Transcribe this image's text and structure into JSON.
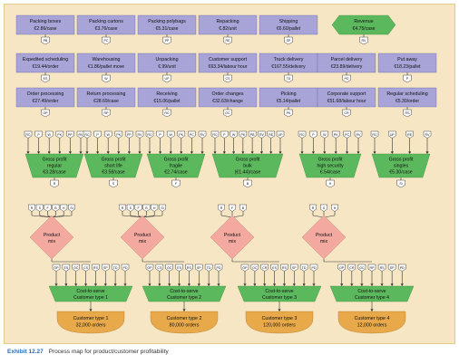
{
  "activities": {
    "row1": [
      {
        "name": "Packing boxes",
        "rate": "€2.86/case",
        "code": "PB"
      },
      {
        "name": "Packing cartons",
        "rate": "€3.76/case",
        "code": "PC"
      },
      {
        "name": "Packing polybags",
        "rate": "€5.31/case",
        "code": "PP"
      },
      {
        "name": "Repacking",
        "rate": "€.82/unit",
        "code": "RE"
      },
      {
        "name": "Shipping",
        "rate": "€6.60/pallet",
        "code": "SP"
      }
    ],
    "revenue": {
      "name": "Revenue",
      "rate": "€4.75/case",
      "code": "RV"
    },
    "row2": [
      {
        "name": "Expedited scheduling",
        "rate": "€19.44/order",
        "code": "ES"
      },
      {
        "name": "Warehousing",
        "rate": "€1.86/pallet move",
        "code": "W"
      },
      {
        "name": "Unpacking",
        "rate": "€.99/unit",
        "code": "UP"
      },
      {
        "name": "Customer support",
        "rate": "€63.34/labour hour",
        "code": "CS"
      },
      {
        "name": "Truck delivery",
        "rate": "€167.55/delivery",
        "code": "TD"
      },
      {
        "name": "Parcel delivery",
        "rate": "€23.89/delivery",
        "code": "PD"
      },
      {
        "name": "Put away",
        "rate": "€18.23/pallet",
        "code": "P"
      }
    ],
    "row3": [
      {
        "name": "Order processing",
        "rate": "€27.49/order",
        "code": "OP"
      },
      {
        "name": "Return processing",
        "rate": "€28.69/case",
        "code": "RP"
      },
      {
        "name": "Receiving",
        "rate": "€15.06/pallet",
        "code": "RC"
      },
      {
        "name": "Order changes",
        "rate": "€32.63/change",
        "code": "OC"
      },
      {
        "name": "Picking",
        "rate": "€5.14/pallet",
        "code": "PK"
      },
      {
        "name": "Corporate support",
        "rate": "€51.68/labour hour",
        "code": "CR"
      },
      {
        "name": "Regular scheduling",
        "rate": "€5.30/order",
        "code": "RS"
      }
    ]
  },
  "products": [
    {
      "title": "Gross profit",
      "sub": "regular",
      "value": "€3.28/case",
      "code": "R",
      "chips": [
        "RC",
        "P",
        "W",
        "PK",
        "PP",
        "RV"
      ]
    },
    {
      "title": "Gross profit",
      "sub": "short life",
      "value": "€3.58/case",
      "code": "S",
      "chips": [
        "RC",
        "P",
        "W",
        "PK",
        "PP",
        "RV"
      ]
    },
    {
      "title": "Gross profit",
      "sub": "fragile",
      "value": "€2.74/case",
      "code": "F",
      "chips": [
        "RC",
        "P",
        "W",
        "PK",
        "PC",
        "RV"
      ]
    },
    {
      "title": "Gross profit",
      "sub": "bulk",
      "value": "(€1.44)/case",
      "code": "B",
      "chips": [
        "RC",
        "P",
        "W",
        "PK",
        "PB",
        "RV",
        "RE",
        "UP"
      ]
    },
    {
      "title": "Gross profit",
      "sub": "high security",
      "value": "€.54/case",
      "code": "H",
      "chips": [
        "RC",
        "P",
        "W",
        "PK",
        "PC",
        "RV"
      ]
    },
    {
      "title": "Gross profit",
      "sub": "singles",
      "value": "€5.30/case",
      "code": "Si",
      "chips": [
        "RC",
        "UP",
        "RE",
        "RV"
      ]
    }
  ],
  "mixes": [
    {
      "line1": "Product",
      "line2": "mix",
      "inputs": [
        "R",
        "S",
        "F",
        "B",
        "H",
        "Si"
      ]
    },
    {
      "line1": "Product",
      "line2": "mix",
      "inputs": [
        "R",
        "S",
        "F",
        "B",
        "H",
        "Si"
      ]
    },
    {
      "line1": "Product",
      "line2": "mix",
      "inputs": [
        "R",
        "F",
        "B"
      ]
    },
    {
      "line1": "Product",
      "line2": "mix",
      "inputs": [
        "R",
        "S",
        "H"
      ]
    }
  ],
  "customers": [
    {
      "cost_line1": "Cost-to-serve",
      "cost_line2": "Customer type 1",
      "name": "Customer type 1",
      "orders": "32,000 orders",
      "chips": [
        "OP",
        "ES",
        "OC",
        "CS",
        "RS",
        "SP",
        "TD",
        "PD"
      ]
    },
    {
      "cost_line1": "Cost-to-serve",
      "cost_line2": "Customer type 2",
      "name": "Customer type 2",
      "orders": "80,000 orders",
      "chips": [
        "OP",
        "CS",
        "OC",
        "ES",
        "RS",
        "SP",
        "TD",
        "PD"
      ]
    },
    {
      "cost_line1": "Cost-to-serve",
      "cost_line2": "Customer type 3",
      "name": "Customer type 3",
      "orders": "120,000 orders",
      "chips": [
        "OP",
        "OC",
        "CR",
        "ES",
        "RS",
        "SP",
        "TD",
        "PD"
      ]
    },
    {
      "cost_line1": "Cost-to-serve",
      "cost_line2": "Customer type 4",
      "name": "Customer type 4",
      "orders": "12,000 orders",
      "chips": [
        "OP",
        "CR",
        "OC",
        "RP",
        "RS",
        "SP",
        "PD"
      ]
    }
  ],
  "caption": {
    "label": "Exhibit 12.27",
    "text": "Process map for product/customer profitability"
  },
  "colors": {
    "activity": "#a8a4d8",
    "revenue": "#5cb85c",
    "product": "#5cb85c",
    "mix": "#f4a9a0",
    "cost": "#5cb85c",
    "customer": "#e8a94a",
    "panel": "#f6e6c4"
  }
}
